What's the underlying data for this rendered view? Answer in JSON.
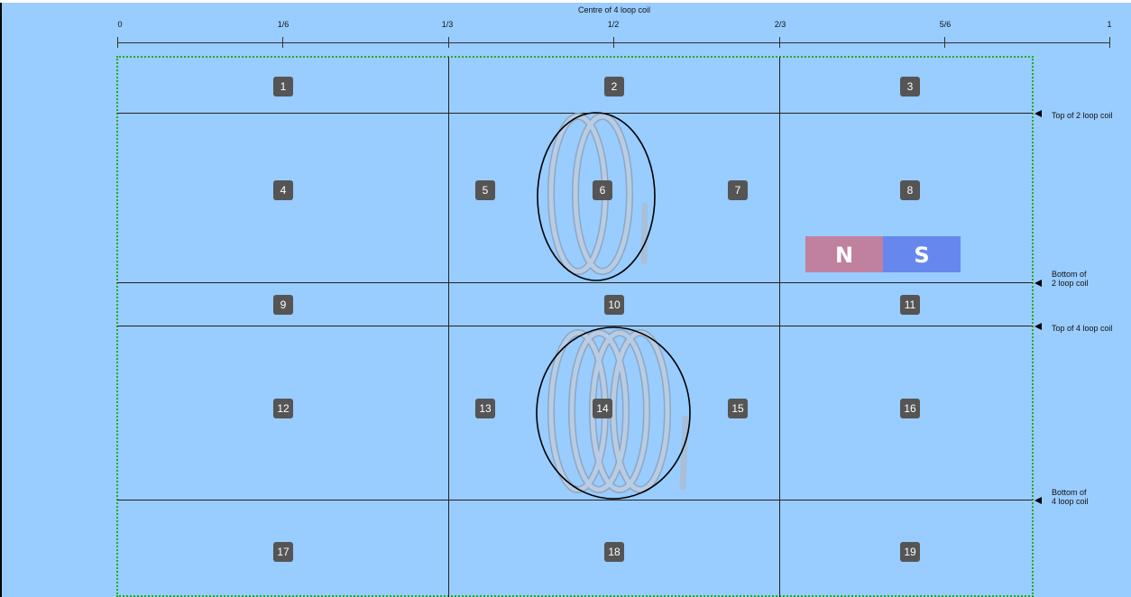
{
  "ruler": {
    "title": "Centre of 4 loop coil",
    "ticks": [
      "0",
      "1/6",
      "1/3",
      "1/2",
      "2/3",
      "5/6",
      "1"
    ]
  },
  "cells": [
    "1",
    "2",
    "3",
    "4",
    "5",
    "6",
    "7",
    "8",
    "9",
    "10",
    "11",
    "12",
    "13",
    "14",
    "15",
    "16",
    "17",
    "18",
    "19"
  ],
  "markers": [
    {
      "line1": "Top of 2 loop coil",
      "line2": ""
    },
    {
      "line1": "Bottom of",
      "line2": "2 loop coil"
    },
    {
      "line1": "Top of 4 loop coil",
      "line2": ""
    },
    {
      "line1": "Bottom of",
      "line2": "4 loop coil"
    }
  ],
  "magnet": {
    "north_label": "N",
    "south_label": "S",
    "north_color": "#c0819f",
    "south_color": "#6688ee"
  },
  "colors": {
    "background": "#99ccff",
    "badge": "#555555",
    "grid_border": "#22aa22",
    "coil": "#a7bfd9"
  },
  "coils": [
    {
      "name": "2 loop coil",
      "loops": 2
    },
    {
      "name": "4 loop coil",
      "loops": 4
    }
  ]
}
